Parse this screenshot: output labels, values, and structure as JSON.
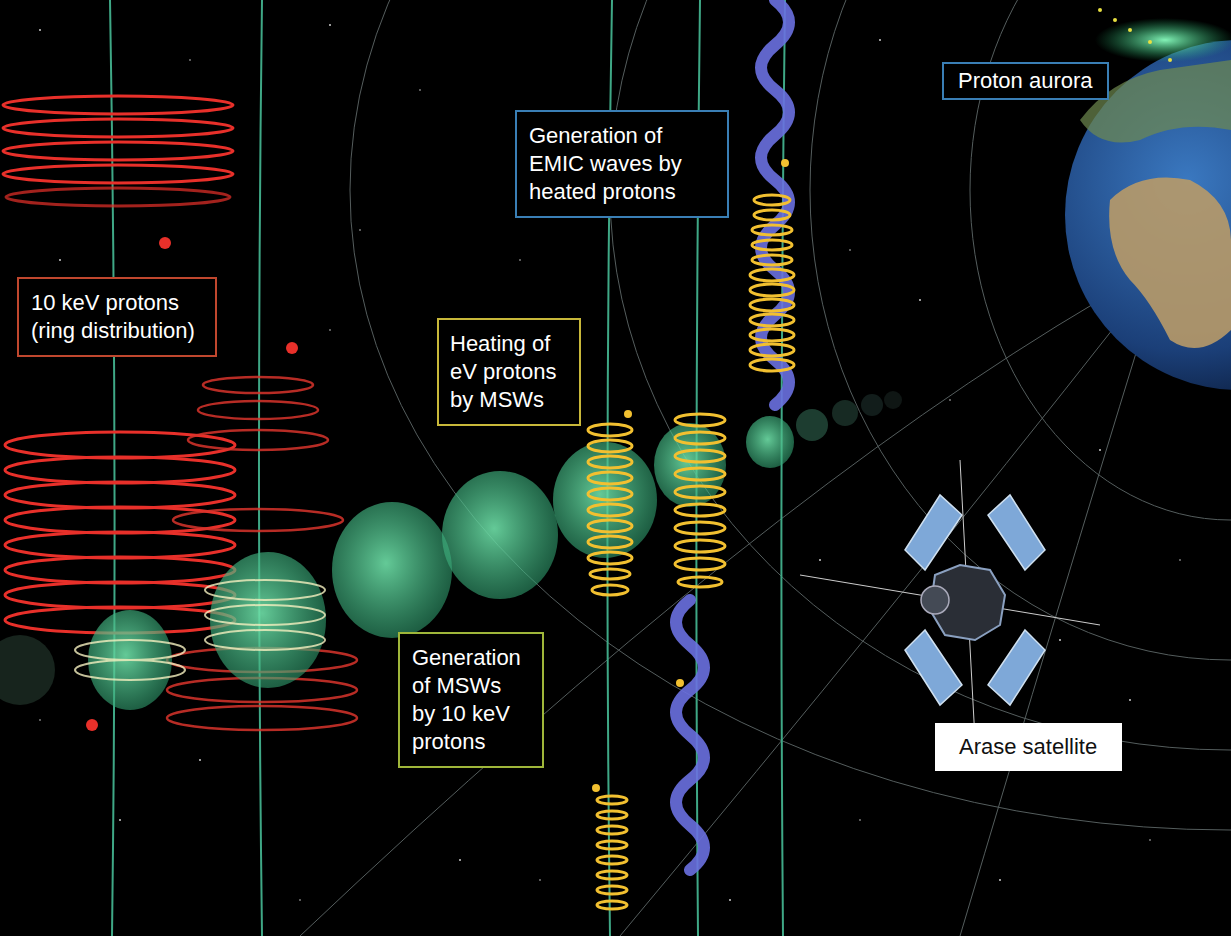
{
  "diagram": {
    "nodes": [
      {
        "text": [
          "Proton aurora"
        ]
      },
      {
        "text": [
          "Generation of EMIC waves by heated protons"
        ]
      },
      {
        "text": [
          "10 keV protons (ring distribution)"
        ]
      },
      {
        "text": [
          "Heating of eV protons by MSWs"
        ]
      },
      {
        "text": [
          "Generation of MSWs by 10 keV protons"
        ]
      },
      {
        "text": [
          "Arase satellite"
        ]
      }
    ]
  }
}
